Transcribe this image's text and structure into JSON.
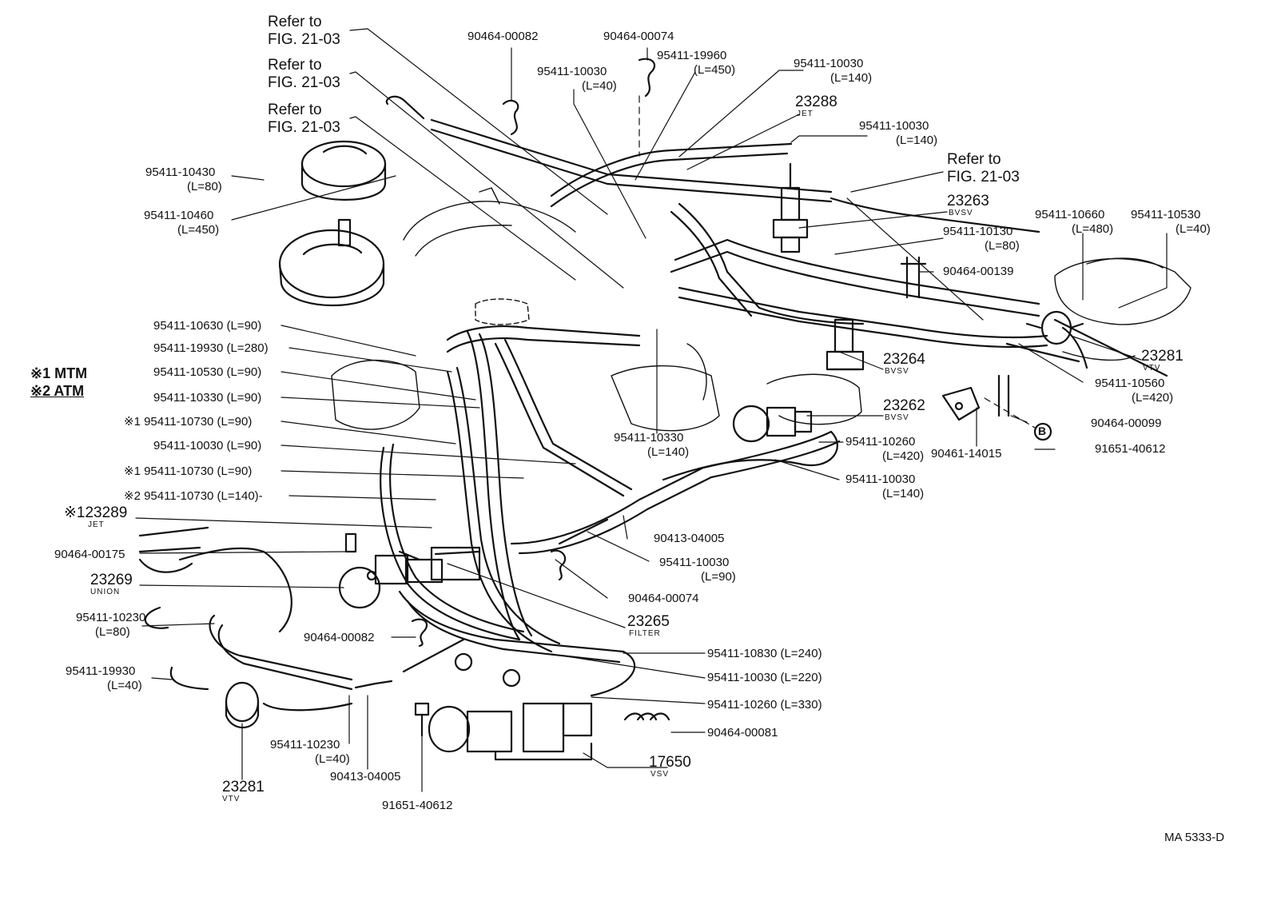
{
  "legend": {
    "line1": "※1 MTM",
    "line2": "※2 ATM"
  },
  "drawing_code": "MA 5333-D",
  "labels": [
    {
      "id": "refer-1",
      "kind": "big",
      "text": "Refer to",
      "sub": "FIG. 21-03"
    },
    {
      "id": "refer-2",
      "kind": "big",
      "text": "Refer to",
      "sub": "FIG. 21-03"
    },
    {
      "id": "refer-3",
      "kind": "big",
      "text": "Refer to",
      "sub": "FIG. 21-03"
    },
    {
      "id": "refer-4",
      "kind": "big",
      "text": "Refer to",
      "sub": "FIG. 21-03"
    },
    {
      "id": "p-90464-00082-top",
      "kind": "pn",
      "text": "90464-00082"
    },
    {
      "id": "p-90464-00074-top",
      "kind": "pn",
      "text": "90464-00074"
    },
    {
      "id": "p-95411-19960",
      "kind": "pn",
      "text": "95411-19960",
      "len": "(L=450)"
    },
    {
      "id": "p-95411-10030-l40",
      "kind": "pn",
      "text": "95411-10030",
      "len": "(L=40)"
    },
    {
      "id": "p-95411-10030-l140-a",
      "kind": "pn",
      "text": "95411-10030",
      "len": "(L=140)"
    },
    {
      "id": "p-23288",
      "kind": "big",
      "text": "23288",
      "sub": "JET"
    },
    {
      "id": "p-95411-10030-l140-b",
      "kind": "pn",
      "text": "95411-10030",
      "len": "(L=140)"
    },
    {
      "id": "p-95411-10430",
      "kind": "pn",
      "text": "95411-10430",
      "len": "(L=80)"
    },
    {
      "id": "p-95411-10460",
      "kind": "pn",
      "text": "95411-10460",
      "len": "(L=450)"
    },
    {
      "id": "p-23263",
      "kind": "big",
      "text": "23263",
      "sub": "BVSV"
    },
    {
      "id": "p-95411-10660",
      "kind": "pn",
      "text": "95411-10660",
      "len": "(L=480)"
    },
    {
      "id": "p-95411-10530-l40",
      "kind": "pn",
      "text": "95411-10530",
      "len": "(L=40)"
    },
    {
      "id": "p-95411-10130",
      "kind": "pn",
      "text": "95411-10130",
      "len": "(L=80)"
    },
    {
      "id": "p-90464-00139",
      "kind": "pn",
      "text": "90464-00139"
    },
    {
      "id": "p-95411-10630",
      "kind": "pn",
      "text": "95411-10630 (L=90)"
    },
    {
      "id": "p-95411-19930-l280",
      "kind": "pn",
      "text": "95411-19930 (L=280)"
    },
    {
      "id": "p-95411-10530-l90",
      "kind": "pn",
      "text": "95411-10530 (L=90)"
    },
    {
      "id": "p-95411-10330-l90",
      "kind": "pn",
      "text": "95411-10330 (L=90)"
    },
    {
      "id": "p-95411-10730-m1a",
      "kind": "pn",
      "text": "※1 95411-10730 (L=90)"
    },
    {
      "id": "p-95411-10030-l90",
      "kind": "pn",
      "text": "95411-10030 (L=90)"
    },
    {
      "id": "p-95411-10730-m1b",
      "kind": "pn",
      "text": "※1 95411-10730 (L=90)"
    },
    {
      "id": "p-95411-10730-m2",
      "kind": "pn",
      "text": "※2 95411-10730 (L=140)-"
    },
    {
      "id": "p-23289",
      "kind": "big",
      "text": "※123289",
      "sub": "JET"
    },
    {
      "id": "p-90464-00175",
      "kind": "pn",
      "text": "90464-00175"
    },
    {
      "id": "p-23269",
      "kind": "big",
      "text": "23269",
      "sub": "UNION"
    },
    {
      "id": "p-95411-10230-l80",
      "kind": "pn",
      "text": "95411-10230",
      "len": "(L=80)"
    },
    {
      "id": "p-95411-19930-l40",
      "kind": "pn",
      "text": "95411-19930",
      "len": "(L=40)"
    },
    {
      "id": "p-23264",
      "kind": "big",
      "text": "23264",
      "sub": "BVSV"
    },
    {
      "id": "p-23281-right",
      "kind": "big",
      "text": "23281",
      "sub": "VTV"
    },
    {
      "id": "p-95411-10560",
      "kind": "pn",
      "text": "95411-10560",
      "len": "(L=420)"
    },
    {
      "id": "p-23262",
      "kind": "big",
      "text": "23262",
      "sub": "BVSV"
    },
    {
      "id": "p-90464-00099",
      "kind": "pn",
      "text": "90464-00099"
    },
    {
      "id": "p-90461-14015",
      "kind": "pn",
      "text": "90461-14015"
    },
    {
      "id": "p-91651-40612-right",
      "kind": "pn",
      "text": "91651-40612"
    },
    {
      "id": "p-95411-10330-l140",
      "kind": "pn",
      "text": "95411-10330",
      "len": "(L=140)"
    },
    {
      "id": "p-95411-10260-l420",
      "kind": "pn",
      "text": "95411-10260",
      "len": "(L=420)"
    },
    {
      "id": "p-95411-10030-l140-c",
      "kind": "pn",
      "text": "95411-10030",
      "len": "(L=140)"
    },
    {
      "id": "p-90413-04005-mid",
      "kind": "pn",
      "text": "90413-04005"
    },
    {
      "id": "p-95411-10030-l90b",
      "kind": "pn",
      "text": "95411-10030",
      "len": "(L=90)"
    },
    {
      "id": "p-90464-00074-mid",
      "kind": "pn",
      "text": "90464-00074"
    },
    {
      "id": "p-23265",
      "kind": "big",
      "text": "23265",
      "sub": "FILTER"
    },
    {
      "id": "p-90464-00082-mid",
      "kind": "pn",
      "text": "90464-00082"
    },
    {
      "id": "p-95411-10830",
      "kind": "pn",
      "text": "95411-10830 (L=240)"
    },
    {
      "id": "p-95411-10030-l220",
      "kind": "pn",
      "text": "95411-10030 (L=220)"
    },
    {
      "id": "p-95411-10260-l330",
      "kind": "pn",
      "text": "95411-10260 (L=330)"
    },
    {
      "id": "p-90464-00081",
      "kind": "pn",
      "text": "90464-00081"
    },
    {
      "id": "p-17650",
      "kind": "big",
      "text": "17650",
      "sub": "VSV"
    },
    {
      "id": "p-95411-10230-l40",
      "kind": "pn",
      "text": "95411-10230",
      "len": "(L=40)"
    },
    {
      "id": "p-90413-04005-bot",
      "kind": "pn",
      "text": "90413-04005"
    },
    {
      "id": "p-23281-left",
      "kind": "big",
      "text": "23281",
      "sub": "VTV"
    },
    {
      "id": "p-91651-40612-bot",
      "kind": "pn",
      "text": "91651-40612"
    }
  ],
  "callout": "B"
}
